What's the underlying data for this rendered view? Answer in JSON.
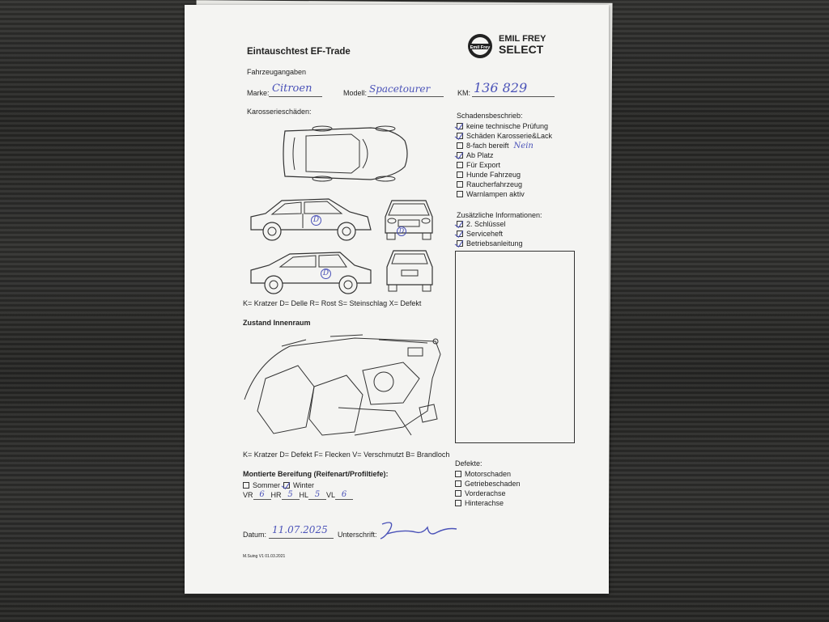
{
  "form": {
    "title": "Eintauschtest EF-Trade",
    "logo": {
      "line1": "EMIL FREY",
      "line2": "SELECT",
      "badge": "Emil Frey"
    },
    "vehicle_section": "Fahrzeugangaben",
    "marke_label": "Marke:",
    "marke_value": "Citroen",
    "modell_label": "Modell:",
    "modell_value": "Spacetourer",
    "km_label": "KM:",
    "km_value": "136 829",
    "body_damage_section": "Karosserieschäden:",
    "body_legend": "K= Kratzer D= Delle R= Rost S= Steinschlag X= Defekt",
    "damage_marks": [
      "D",
      "D",
      "D"
    ],
    "interior_section": "Zustand Innenraum",
    "interior_legend": "K= Kratzer D= Defekt F= Flecken V= Verschmutzt B= Brandloch",
    "tires_section": "Montierte Bereifung (Reifenart/Profiltiefe):",
    "tire_options": [
      {
        "label": "Sommer",
        "checked": false
      },
      {
        "label": "Winter",
        "checked": true
      }
    ],
    "tread": [
      {
        "label": "VR",
        "value": "6"
      },
      {
        "label": "HR",
        "value": "5"
      },
      {
        "label": "HL",
        "value": "5"
      },
      {
        "label": "VL",
        "value": "6"
      }
    ],
    "datum_label": "Datum:",
    "datum_value": "11.07.2025",
    "signature_label": "Unterschrift:",
    "footer": "M.Suing V1 01.03.2021"
  },
  "schaden": {
    "title": "Schadensbeschrieb:",
    "items": [
      {
        "label": "keine technische Prüfung",
        "checked": true
      },
      {
        "label": "Schäden Karosserie&Lack",
        "checked": true
      },
      {
        "label": "8-fach bereift",
        "checked": false,
        "note": "Nein"
      },
      {
        "label": "Ab Platz",
        "checked": true
      },
      {
        "label": "Für Export",
        "checked": false
      },
      {
        "label": "Hunde Fahrzeug",
        "checked": false
      },
      {
        "label": "Raucherfahrzeug",
        "checked": false
      },
      {
        "label": "Warnlampen aktiv",
        "checked": false
      }
    ]
  },
  "zusatz": {
    "title": "Zusätzliche Informationen:",
    "items": [
      {
        "label": "2. Schlüssel",
        "checked": true
      },
      {
        "label": "Serviceheft",
        "checked": true
      },
      {
        "label": "Betriebsanleitung",
        "checked": true
      }
    ]
  },
  "defekte": {
    "title": "Defekte:",
    "items": [
      {
        "label": "Motorschaden",
        "checked": false
      },
      {
        "label": "Getriebeschaden",
        "checked": false
      },
      {
        "label": "Vorderachse",
        "checked": false
      },
      {
        "label": "Hinterachse",
        "checked": false
      }
    ]
  }
}
